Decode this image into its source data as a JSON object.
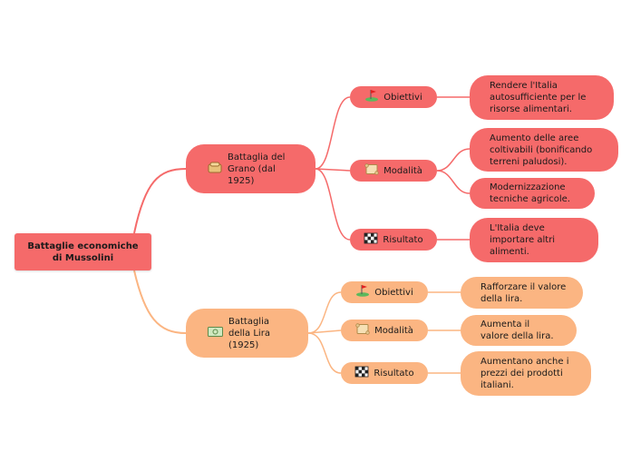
{
  "root": {
    "title": "Battaglie economiche\ndi Mussolini"
  },
  "branches": [
    {
      "label": "Battaglia del\nGrano (dal\n1925)",
      "icon": "bread-icon",
      "color": "#f56a6a",
      "categories": [
        {
          "label": "Obiettivi",
          "icon": "flag-icon",
          "leaves": [
            "Rendere l'Italia\nautosufficiente per le\nrisorse alimentari."
          ]
        },
        {
          "label": "Modalità",
          "icon": "scroll-icon",
          "leaves": [
            "Aumento delle aree\ncoltivabili (bonificando\nterreni paludosi).",
            "Modernizzazione\ntecniche agricole."
          ]
        },
        {
          "label": "Risultato",
          "icon": "checkered-flag-icon",
          "leaves": [
            "L'Italia deve\nimportare altri\nalimenti."
          ]
        }
      ]
    },
    {
      "label": "Battaglia\ndella Lira\n(1925)",
      "icon": "banknote-icon",
      "color": "#fbb582",
      "categories": [
        {
          "label": "Obiettivi",
          "icon": "flag-icon",
          "leaves": [
            "Rafforzare il valore\ndella lira."
          ]
        },
        {
          "label": "Modalità",
          "icon": "scroll-icon",
          "leaves": [
            "Aumenta il\nvalore della lira."
          ]
        },
        {
          "label": "Risultato",
          "icon": "checkered-flag-icon",
          "leaves": [
            "Aumentano anche i\nprezzi dei prodotti\nitaliani."
          ]
        }
      ]
    }
  ]
}
